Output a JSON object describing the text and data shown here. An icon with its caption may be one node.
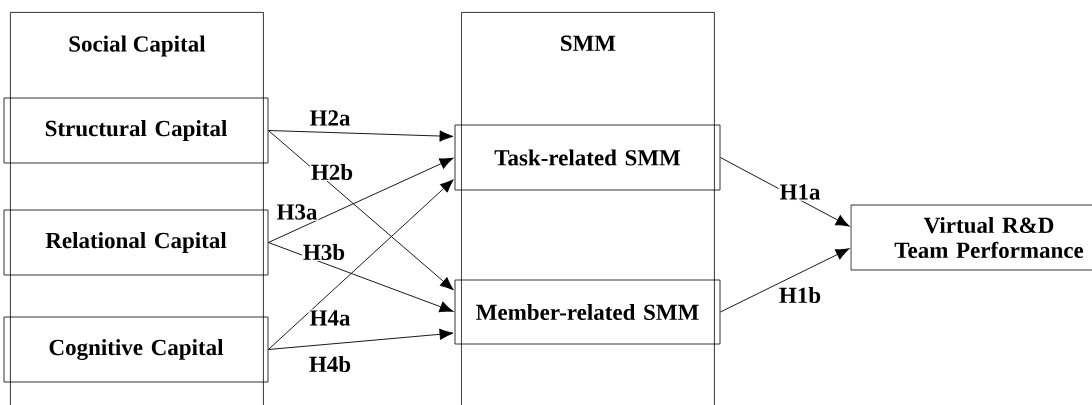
{
  "diagram": {
    "nodes": [
      {
        "text": [
          "Social Capital"
        ]
      },
      {
        "text": [
          "Structural Capital"
        ],
        "in": 0
      },
      {
        "text": [
          "Relational Capital"
        ],
        "in": 0
      },
      {
        "text": [
          "Cognitive Capital"
        ],
        "in": 0
      },
      {
        "text": [
          "SMM"
        ]
      },
      {
        "text": [
          "Task-related SMM"
        ],
        "in": 4
      },
      {
        "text": [
          "Member-related SMM"
        ],
        "in": 4
      },
      {
        "text": [
          "Virtual R&D Team Performance"
        ]
      }
    ],
    "edges": [
      {
        "from": 1,
        "to": 5,
        "arrow": "to",
        "label": "H2a"
      },
      {
        "from": 1,
        "to": 6,
        "arrow": "to",
        "label": "H2b"
      },
      {
        "from": 2,
        "to": 5,
        "arrow": "to",
        "label": "H3a"
      },
      {
        "from": 2,
        "to": 6,
        "arrow": "to",
        "label": "H3b"
      },
      {
        "from": 3,
        "to": 5,
        "arrow": "to",
        "label": "H4a"
      },
      {
        "from": 3,
        "to": 6,
        "arrow": "to",
        "label": "H4b"
      },
      {
        "from": 5,
        "to": 7,
        "arrow": "to",
        "label": "H1a"
      },
      {
        "from": 6,
        "to": 7,
        "arrow": "to",
        "label": "H1b"
      }
    ]
  }
}
